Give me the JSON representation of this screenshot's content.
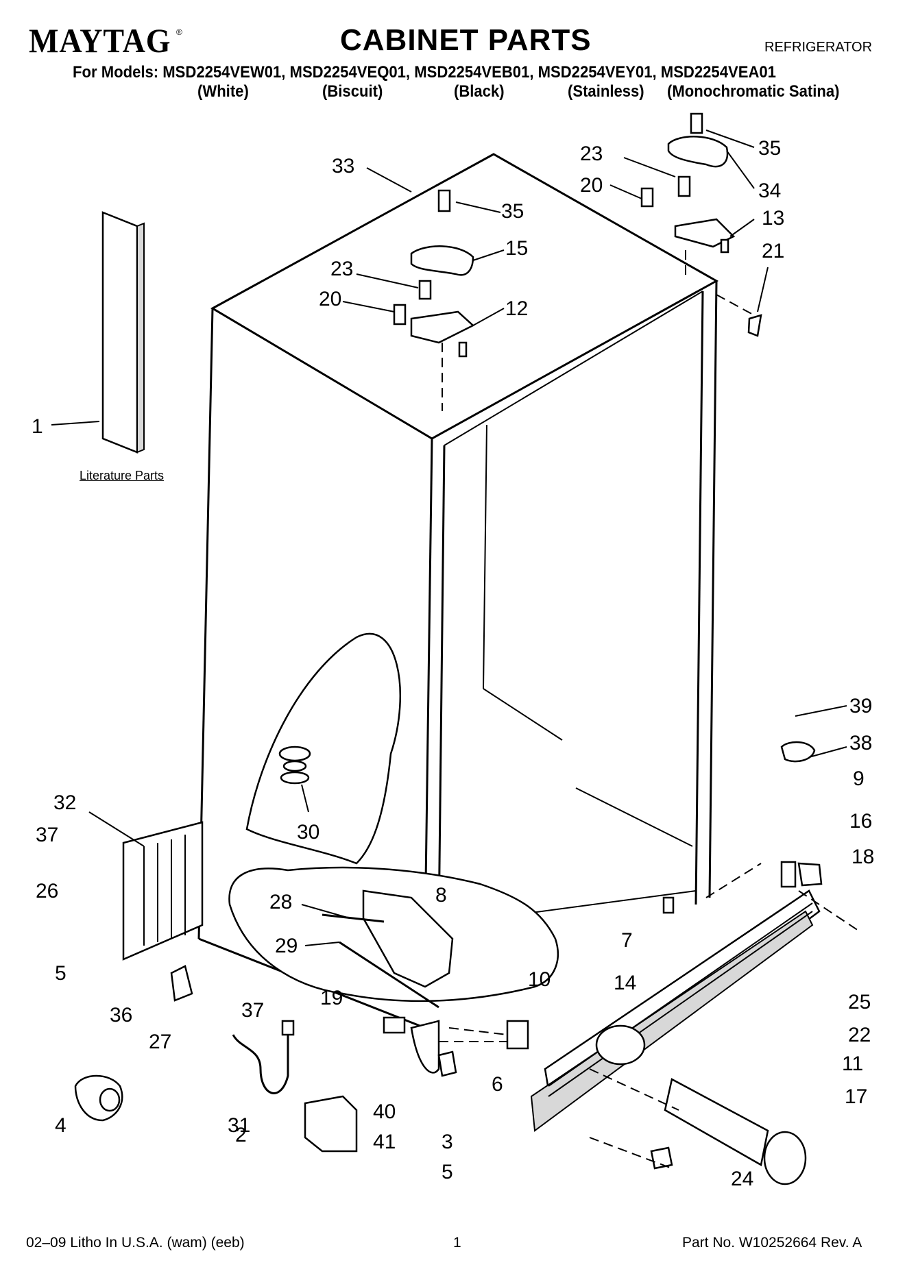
{
  "header": {
    "brand": "MAYTAG",
    "brand_mark": "®",
    "title": "CABINET PARTS",
    "appliance": "REFRIGERATOR",
    "models_line": "For Models: MSD2254VEW01, MSD2254VEQ01, MSD2254VEB01, MSD2254VEY01, MSD2254VEA01",
    "colors": [
      "(White)",
      "(Biscuit)",
      "(Black)",
      "(Stainless)",
      "(Monochromatic Satina)"
    ]
  },
  "literature_label": "Literature Parts",
  "callouts": [
    "1",
    "2",
    "3",
    "4",
    "5",
    "5",
    "6",
    "7",
    "8",
    "9",
    "10",
    "11",
    "12",
    "13",
    "14",
    "15",
    "16",
    "17",
    "18",
    "19",
    "20",
    "20",
    "21",
    "22",
    "23",
    "23",
    "24",
    "25",
    "26",
    "27",
    "28",
    "29",
    "30",
    "31",
    "32",
    "33",
    "34",
    "35",
    "35",
    "36",
    "37",
    "37",
    "38",
    "39",
    "40",
    "41"
  ],
  "footer": {
    "left": "02–09 Litho In U.S.A. (wam) (eeb)",
    "page": "1",
    "right": "Part No. W10252664 Rev. A"
  }
}
